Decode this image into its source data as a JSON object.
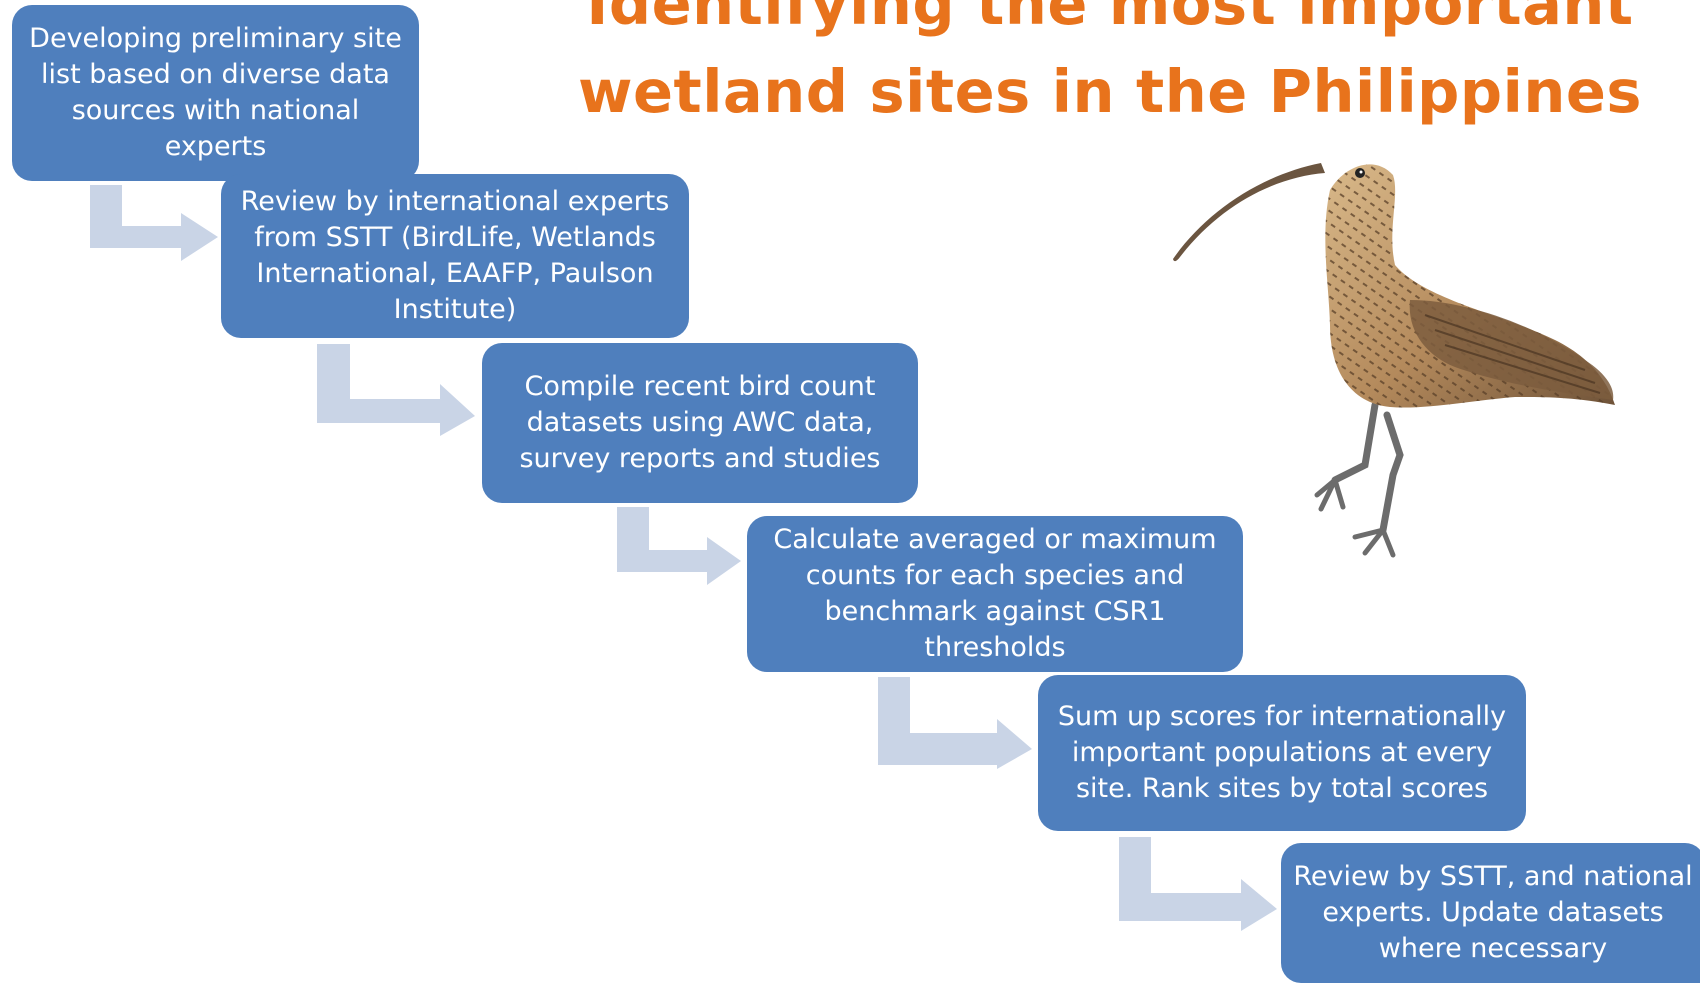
{
  "title": {
    "line1": "Identifying the most important",
    "line2": "wetland sites in the Philippines"
  },
  "steps": [
    {
      "text": "Developing preliminary site list based on diverse data sources with national experts"
    },
    {
      "text": "Review by international experts from SSTT (BirdLife, Wetlands International, EAAFP, Paulson Institute)"
    },
    {
      "text": "Compile recent bird count datasets using AWC data, survey reports and studies"
    },
    {
      "text": "Calculate averaged or maximum counts for each species and benchmark against CSR1 thresholds"
    },
    {
      "text": "Sum up scores for internationally important populations at every site. Rank sites by total scores"
    },
    {
      "text": "Review by SSTT, and national experts. Update datasets where necessary"
    }
  ],
  "colors": {
    "title": "#e8731c",
    "box": "#4f7fbd",
    "arrow": "#c9d4e6"
  },
  "illustration": {
    "icon": "curlew-bird-illustration"
  }
}
